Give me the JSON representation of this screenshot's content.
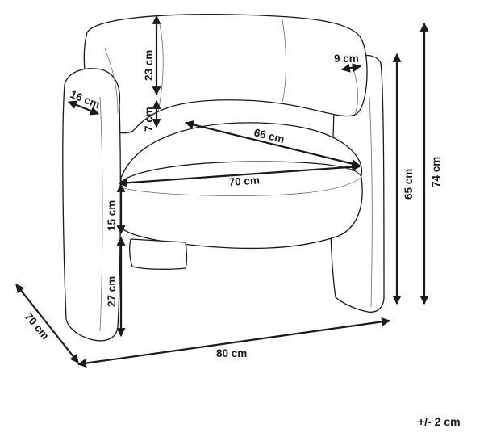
{
  "dimensions": {
    "backrest_height": "23 cm",
    "back_thickness": "9 cm",
    "armrest_width": "16 cm",
    "backrest_gap": "7 cm",
    "seat_depth": "66 cm",
    "seat_width": "70 cm",
    "seat_thickness": "15 cm",
    "seat_height_from_floor": "27 cm",
    "total_depth": "70 cm",
    "total_width": "80 cm",
    "armrest_height": "65 cm",
    "total_height": "74 cm"
  },
  "tolerance": "+/- 2 cm",
  "colors": {
    "line": "#1a1a1a",
    "background": "#ffffff"
  }
}
